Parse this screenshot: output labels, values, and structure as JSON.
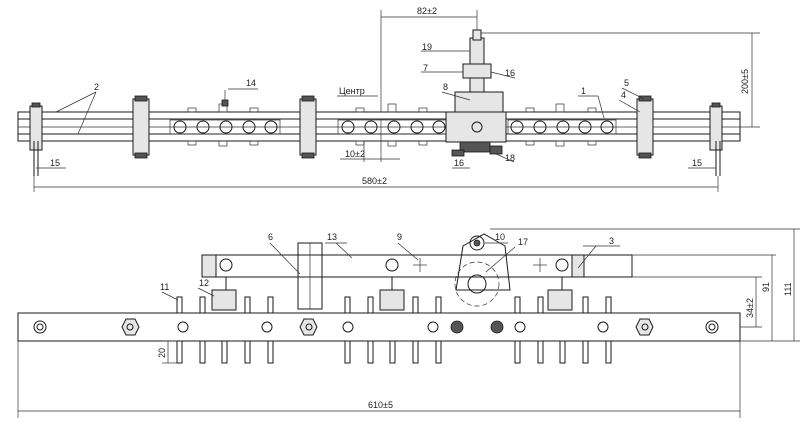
{
  "drawing": {
    "top_view": {
      "dim_width": "82±2",
      "dim_height": "200±5",
      "dim_pitch": "10±2",
      "dim_length": "580±2",
      "center_label": "Центр",
      "callouts": {
        "c19": "19",
        "c7": "7",
        "c16a": "16",
        "c8": "8",
        "c14": "14",
        "c5": "5",
        "c4": "4",
        "c1": "1",
        "c2": "2",
        "c15a": "15",
        "c15b": "15",
        "c16b": "16",
        "c18": "18"
      }
    },
    "front_view": {
      "dim_length": "610±5",
      "dim_height_111": "111",
      "dim_height_91": "91",
      "dim_offset": "34±2",
      "dim_pin": "20",
      "callouts": {
        "c6": "6",
        "c13": "13",
        "c9": "9",
        "c10": "10",
        "c17": "17",
        "c3": "3",
        "c11": "11",
        "c12": "12"
      }
    }
  }
}
